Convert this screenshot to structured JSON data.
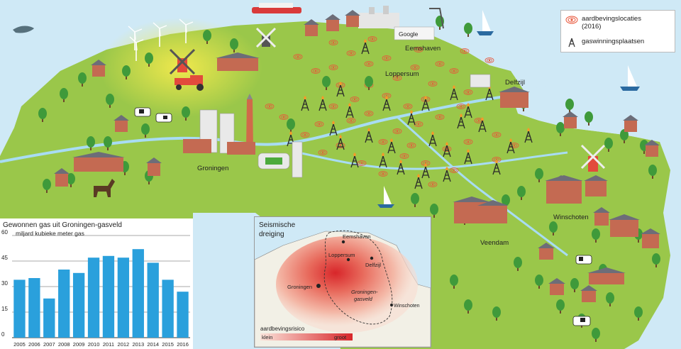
{
  "map": {
    "places": {
      "groningen": "Groningen",
      "eemshaven": "Eemshaven",
      "loppersum": "Loppersum",
      "delfzijl": "Delfzijl",
      "veendam": "Veendam",
      "winschoten": "Winschoten"
    },
    "signs": {
      "google": "Google"
    },
    "colors": {
      "water": "#cfe9f6",
      "land": "#9ac74a",
      "land_light": "#b7d65a",
      "glow": "#f4ea4c",
      "quake": "#e8563a",
      "river": "#a8dcf3"
    }
  },
  "legend": {
    "quake_label": "aardbevingslocaties (2016)",
    "well_label": "gaswinningsplaatsen"
  },
  "inset": {
    "title_line1": "Seismische",
    "title_line2": "dreiging",
    "places": {
      "eemshaven": "Eemshaven",
      "loppersum": "Loppersum",
      "delfzijl": "Delfzijl",
      "groningen": "Groningen",
      "winschoten": "Winschoten",
      "field_line1": "Groningen-",
      "field_line2": "gasveld"
    },
    "scale_title": "aardbevingsrisico",
    "scale_low": "klein",
    "scale_high": "groot"
  },
  "chart_data": {
    "type": "bar",
    "title": "Gewonnen gas uit Groningen-gasveld",
    "ylabel": "miljard kubieke meter gas",
    "categories": [
      "2005",
      "2006",
      "2007",
      "2008",
      "2009",
      "2010",
      "2011",
      "2012",
      "2013",
      "2014",
      "2015",
      "2016"
    ],
    "values": [
      34,
      35,
      23,
      40,
      38,
      47,
      48,
      47,
      52,
      44,
      34,
      27
    ],
    "ylim": [
      0,
      60
    ],
    "yticks": [
      0,
      15,
      30,
      45,
      60
    ],
    "bar_color": "#2aa0dc",
    "grid": true
  }
}
